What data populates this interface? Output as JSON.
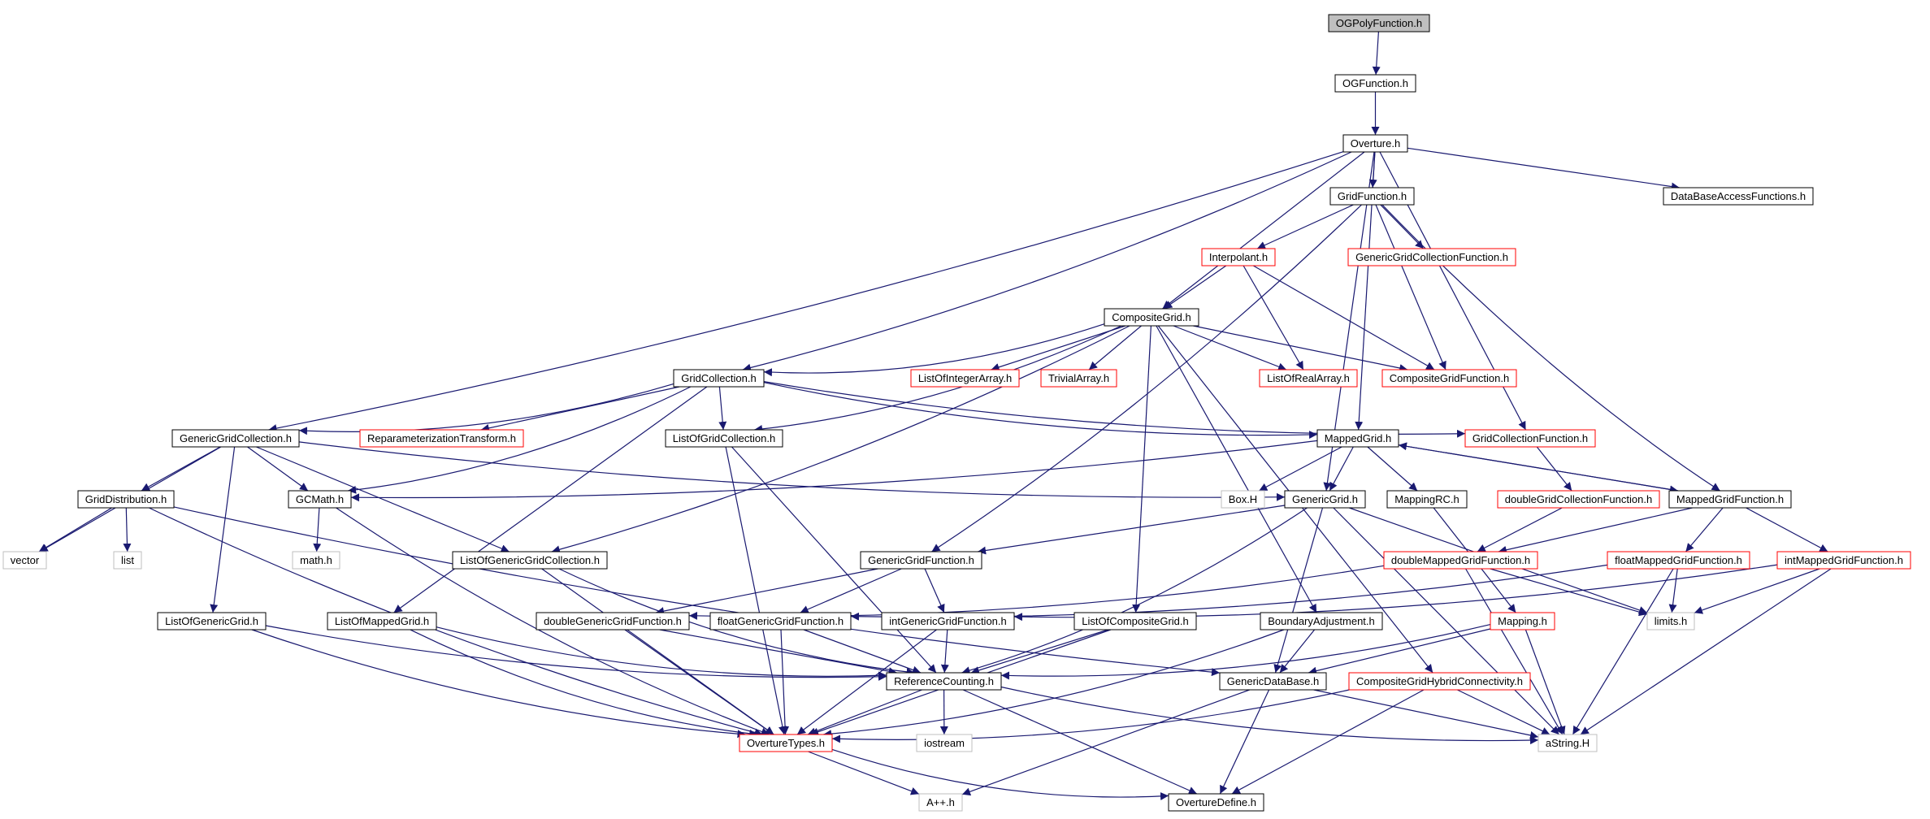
{
  "colors": {
    "edge": "#191970",
    "border_normal": "#000000",
    "border_red": "#ff0000",
    "border_gray": "#bfbfbf",
    "root_fill": "#bfbfbf",
    "fill": "#ffffff"
  },
  "nodes": [
    {
      "id": "OGPolyFunction",
      "label": "OGPolyFunction.h",
      "style": "root"
    },
    {
      "id": "OGFunction",
      "label": "OGFunction.h",
      "style": "normal"
    },
    {
      "id": "Overture",
      "label": "Overture.h",
      "style": "normal"
    },
    {
      "id": "GridFunction",
      "label": "GridFunction.h",
      "style": "normal"
    },
    {
      "id": "DataBaseAccessFunctions",
      "label": "DataBaseAccessFunctions.h",
      "style": "normal"
    },
    {
      "id": "Interpolant",
      "label": "Interpolant.h",
      "style": "red"
    },
    {
      "id": "GenericGridCollectionFunction",
      "label": "GenericGridCollectionFunction.h",
      "style": "red"
    },
    {
      "id": "CompositeGrid",
      "label": "CompositeGrid.h",
      "style": "normal"
    },
    {
      "id": "GridCollection",
      "label": "GridCollection.h",
      "style": "normal"
    },
    {
      "id": "ListOfIntegerArray",
      "label": "ListOfIntegerArray.h",
      "style": "red"
    },
    {
      "id": "TrivialArray",
      "label": "TrivialArray.h",
      "style": "red"
    },
    {
      "id": "ListOfRealArray",
      "label": "ListOfRealArray.h",
      "style": "red"
    },
    {
      "id": "CompositeGridFunction",
      "label": "CompositeGridFunction.h",
      "style": "red"
    },
    {
      "id": "GenericGridCollection",
      "label": "GenericGridCollection.h",
      "style": "normal"
    },
    {
      "id": "ReparameterizationTransform",
      "label": "ReparameterizationTransform.h",
      "style": "red"
    },
    {
      "id": "ListOfGridCollection",
      "label": "ListOfGridCollection.h",
      "style": "normal"
    },
    {
      "id": "MappedGrid",
      "label": "MappedGrid.h",
      "style": "normal"
    },
    {
      "id": "GridCollectionFunction",
      "label": "GridCollectionFunction.h",
      "style": "red"
    },
    {
      "id": "GridDistribution",
      "label": "GridDistribution.h",
      "style": "normal"
    },
    {
      "id": "GCMath",
      "label": "GCMath.h",
      "style": "normal"
    },
    {
      "id": "BoxH",
      "label": "Box.H",
      "style": "gray"
    },
    {
      "id": "GenericGrid",
      "label": "GenericGrid.h",
      "style": "normal"
    },
    {
      "id": "MappingRC",
      "label": "MappingRC.h",
      "style": "normal"
    },
    {
      "id": "doubleGridCollectionFunction",
      "label": "doubleGridCollectionFunction.h",
      "style": "red"
    },
    {
      "id": "MappedGridFunction",
      "label": "MappedGridFunction.h",
      "style": "normal"
    },
    {
      "id": "vector",
      "label": "vector",
      "style": "gray"
    },
    {
      "id": "list",
      "label": "list",
      "style": "gray"
    },
    {
      "id": "mathh",
      "label": "math.h",
      "style": "gray"
    },
    {
      "id": "ListOfGenericGridCollection",
      "label": "ListOfGenericGridCollection.h",
      "style": "normal"
    },
    {
      "id": "GenericGridFunction",
      "label": "GenericGridFunction.h",
      "style": "normal"
    },
    {
      "id": "doubleMappedGridFunction",
      "label": "doubleMappedGridFunction.h",
      "style": "red"
    },
    {
      "id": "floatMappedGridFunction",
      "label": "floatMappedGridFunction.h",
      "style": "red"
    },
    {
      "id": "intMappedGridFunction",
      "label": "intMappedGridFunction.h",
      "style": "red"
    },
    {
      "id": "ListOfGenericGrid",
      "label": "ListOfGenericGrid.h",
      "style": "normal"
    },
    {
      "id": "ListOfMappedGrid",
      "label": "ListOfMappedGrid.h",
      "style": "normal"
    },
    {
      "id": "doubleGenericGridFunction",
      "label": "doubleGenericGridFunction.h",
      "style": "normal"
    },
    {
      "id": "floatGenericGridFunction",
      "label": "floatGenericGridFunction.h",
      "style": "normal"
    },
    {
      "id": "intGenericGridFunction",
      "label": "intGenericGridFunction.h",
      "style": "normal"
    },
    {
      "id": "ListOfCompositeGrid",
      "label": "ListOfCompositeGrid.h",
      "style": "normal"
    },
    {
      "id": "BoundaryAdjustment",
      "label": "BoundaryAdjustment.h",
      "style": "normal"
    },
    {
      "id": "Mapping",
      "label": "Mapping.h",
      "style": "red"
    },
    {
      "id": "limitsh",
      "label": "limits.h",
      "style": "gray"
    },
    {
      "id": "ReferenceCounting",
      "label": "ReferenceCounting.h",
      "style": "normal"
    },
    {
      "id": "GenericDataBase",
      "label": "GenericDataBase.h",
      "style": "normal"
    },
    {
      "id": "CompositeGridHybridConnectivity",
      "label": "CompositeGridHybridConnectivity.h",
      "style": "red"
    },
    {
      "id": "OvertureTypes",
      "label": "OvertureTypes.h",
      "style": "red"
    },
    {
      "id": "iostream",
      "label": "iostream",
      "style": "gray"
    },
    {
      "id": "aStringH",
      "label": "aString.H",
      "style": "gray"
    },
    {
      "id": "Appsh",
      "label": "A++.h",
      "style": "gray"
    },
    {
      "id": "OvertureDefine",
      "label": "OvertureDefine.h",
      "style": "normal"
    }
  ]
}
